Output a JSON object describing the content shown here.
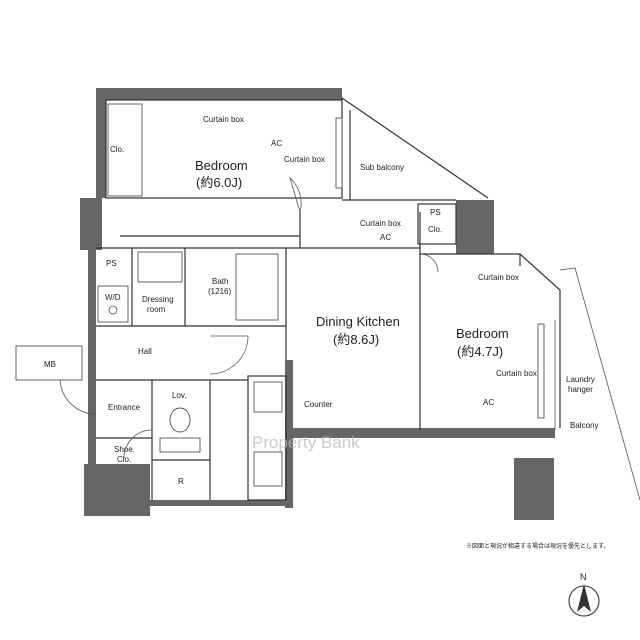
{
  "floor_plan": {
    "rooms": {
      "bedroom_1": {
        "name": "Bedroom",
        "size": "(約6.0J)"
      },
      "bedroom_2": {
        "name": "Bedroom",
        "size": "(約4.7J)"
      },
      "dining_kitchen": {
        "name": "Dining Kitchen",
        "size": "(約8.6J)"
      },
      "bath": {
        "name": "Bath",
        "size": "(1216)"
      },
      "dressing_room": {
        "name": "Dressing",
        "name_line2": "room"
      },
      "hall": "Hall",
      "entrance": "Entrance",
      "lavatory": "Lov.",
      "shoe_closet": {
        "name": "Shoe.",
        "name_line2": "Clo."
      },
      "sub_balcony": "Sub balcony",
      "balcony": "Balcony"
    },
    "fixtures": {
      "closet": "Clo.",
      "closet_2": "Clo.",
      "curtain_box": "Curtain box",
      "ac": "AC",
      "ps": "PS",
      "washer_dryer": "W/D",
      "meter_box": "MB",
      "counter": "Counter",
      "refrigerator": "R",
      "laundry_hanger": {
        "line1": "Laundry",
        "line2": "hanger"
      }
    },
    "watermark": "Property Bank",
    "footnote": "※図面と現況が相違する場合は現況を優先とします。",
    "north_label": "N"
  }
}
